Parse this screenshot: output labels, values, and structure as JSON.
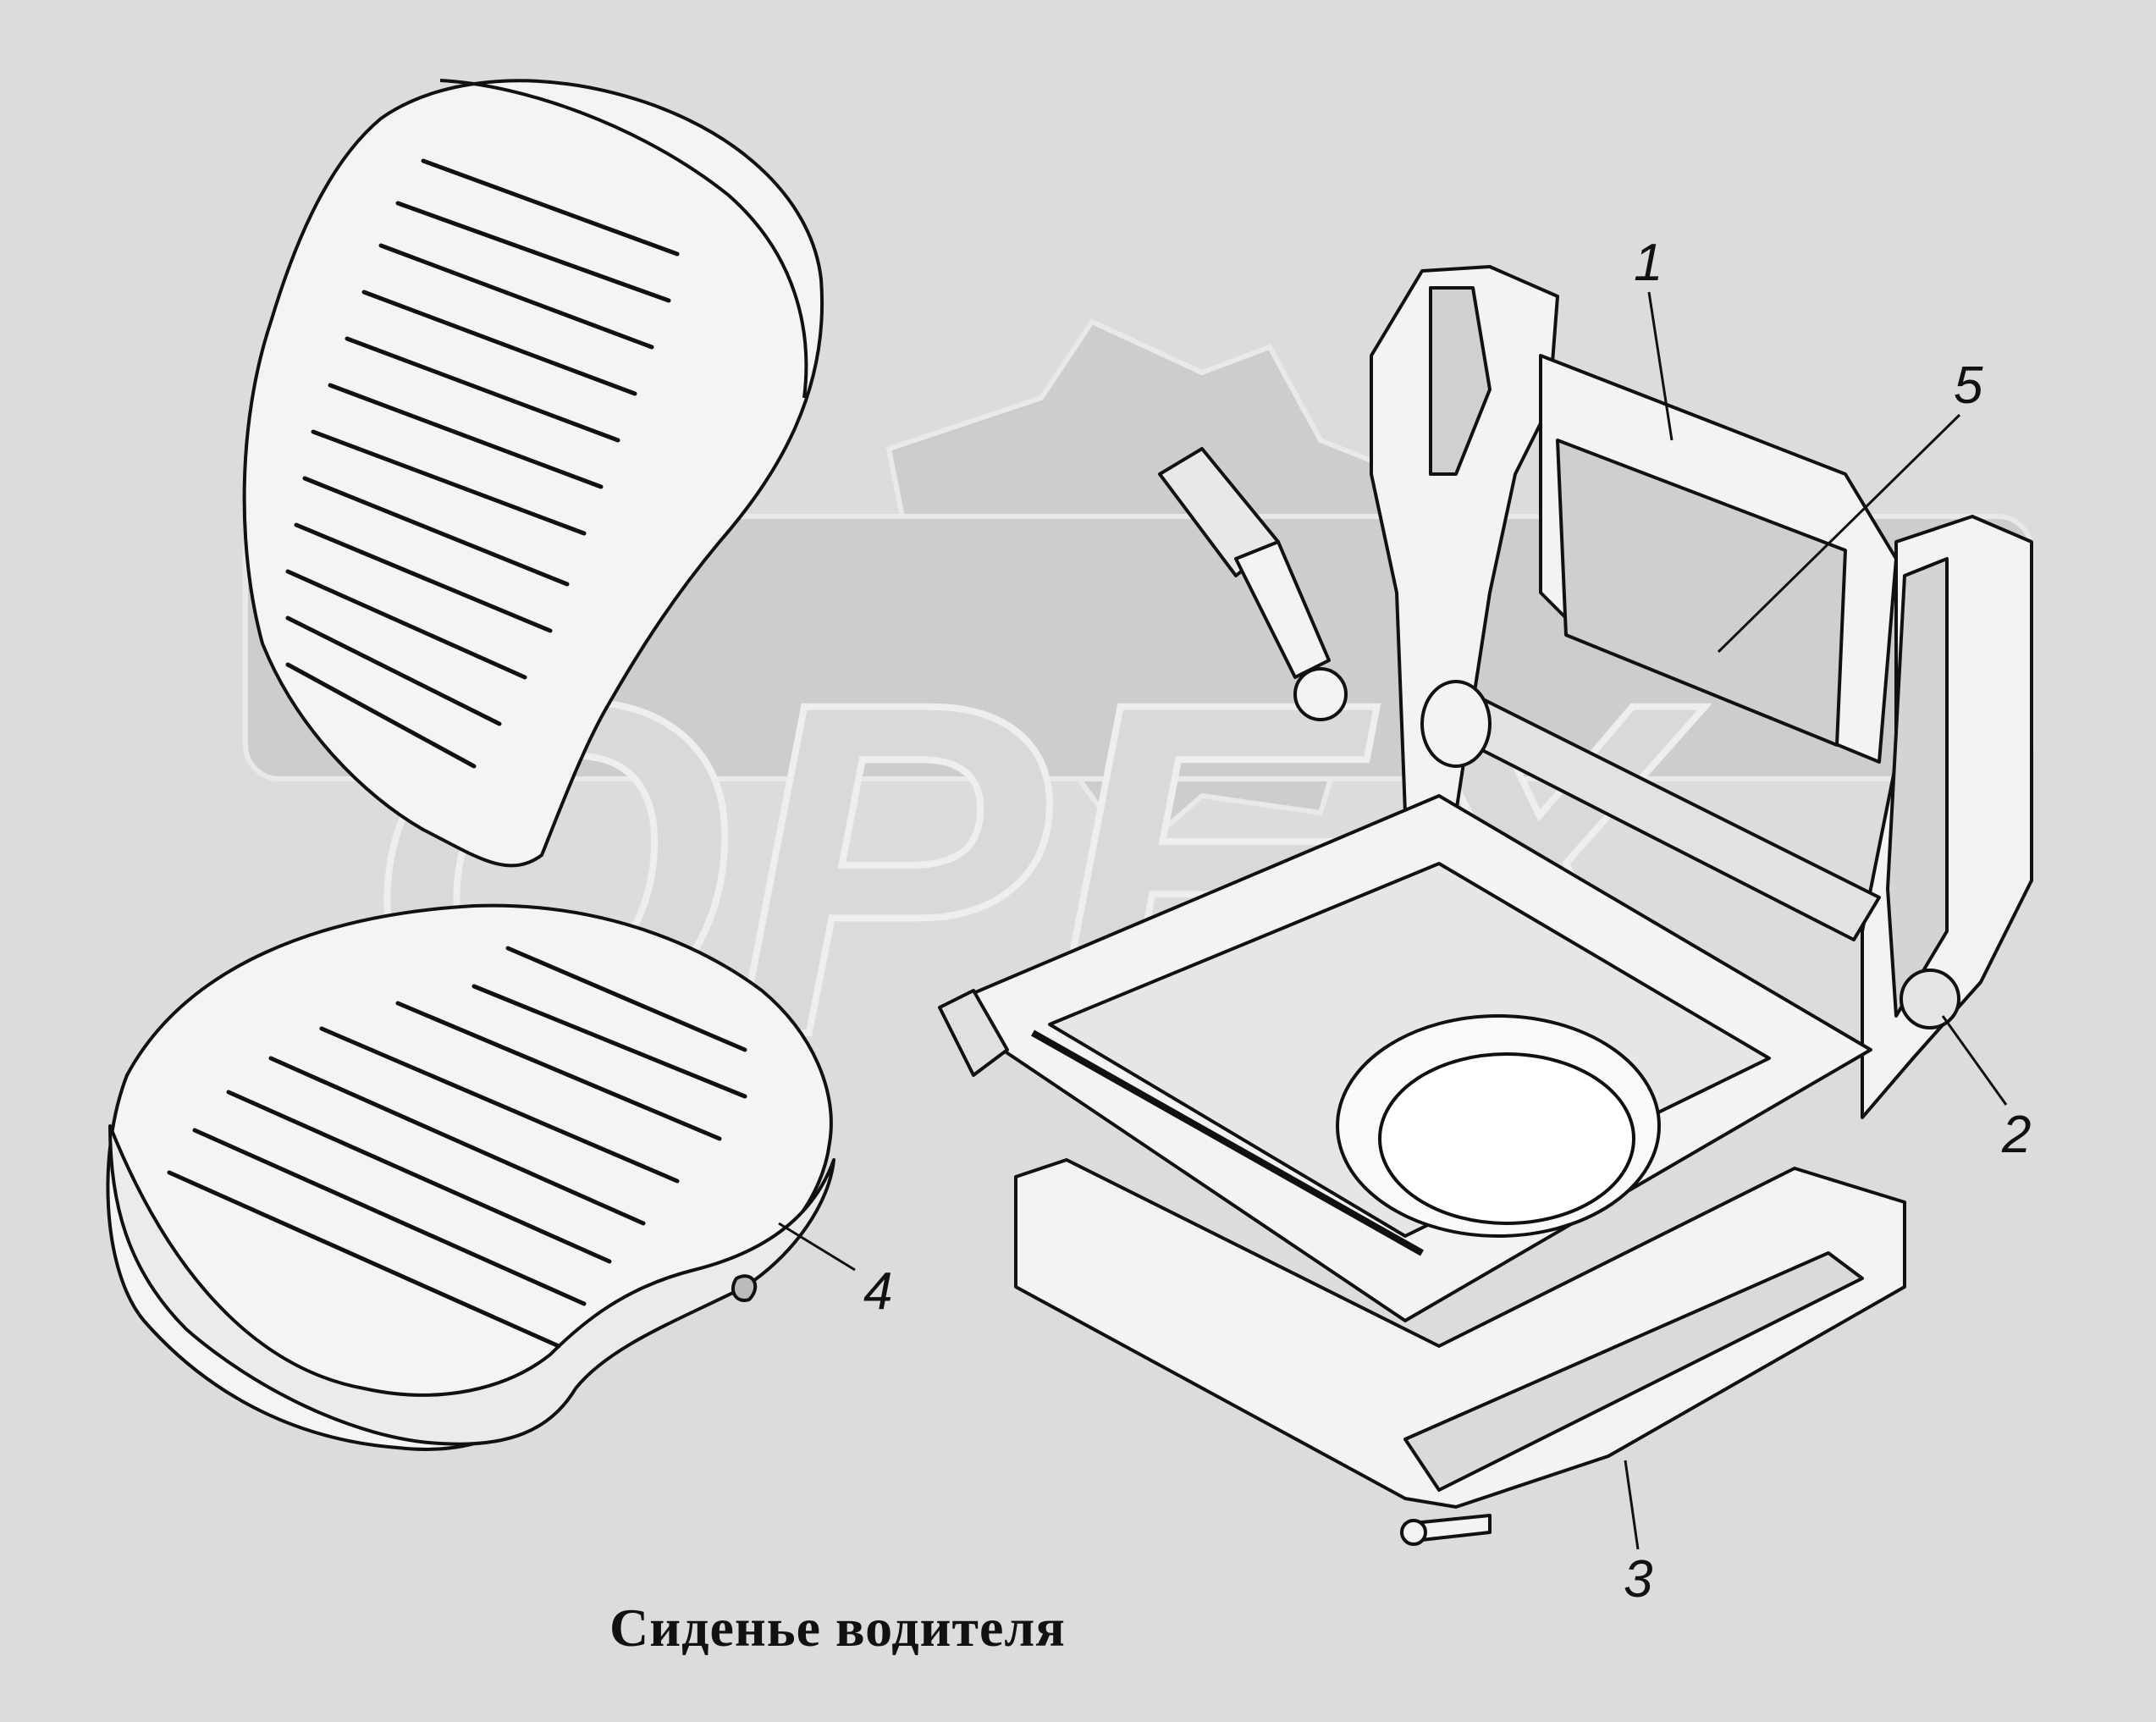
{
  "diagram": {
    "caption": "Сиденье водителя",
    "callouts": [
      {
        "id": "1",
        "label": "1"
      },
      {
        "id": "2",
        "label": "2"
      },
      {
        "id": "3",
        "label": "3"
      },
      {
        "id": "4",
        "label": "4"
      },
      {
        "id": "5",
        "label": "5"
      }
    ],
    "watermark": "OPEX"
  },
  "colors": {
    "background": "#dcdcdc",
    "line": "#111111",
    "watermark": "#c8c8c8",
    "part_fill": "#f2f2f2"
  }
}
